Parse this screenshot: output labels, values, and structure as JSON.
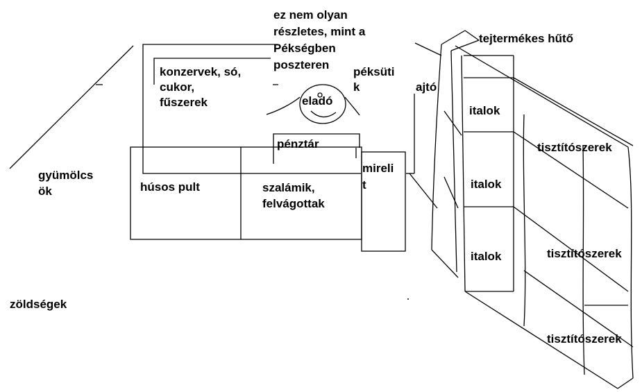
{
  "note": [
    "ez nem olyan",
    "részletes, mint a",
    "Pékségben",
    "poszteren"
  ],
  "labels": {
    "konzervek": [
      "konzervek, só,",
      "cukor,",
      "fűszerek"
    ],
    "peksutik": [
      "péksüti",
      "k"
    ],
    "elado": "eladó",
    "penztar": "pénztár",
    "ajto": "ajtó",
    "tejtermekes": "tejtermékes hűtő",
    "gyumolcsok": [
      "gyümölcs",
      "ök"
    ],
    "husos_pult": "húsos pult",
    "szalamik": [
      "szalámik,",
      "felvágottak"
    ],
    "mirelit": [
      "mireli",
      "t"
    ],
    "zoldsegek": "zöldségek",
    "italok": [
      "italok",
      "italok",
      "italok"
    ],
    "tisztitoszerek": [
      "tisztítószerek",
      "tisztítószerek",
      "tisztítószerek"
    ]
  }
}
